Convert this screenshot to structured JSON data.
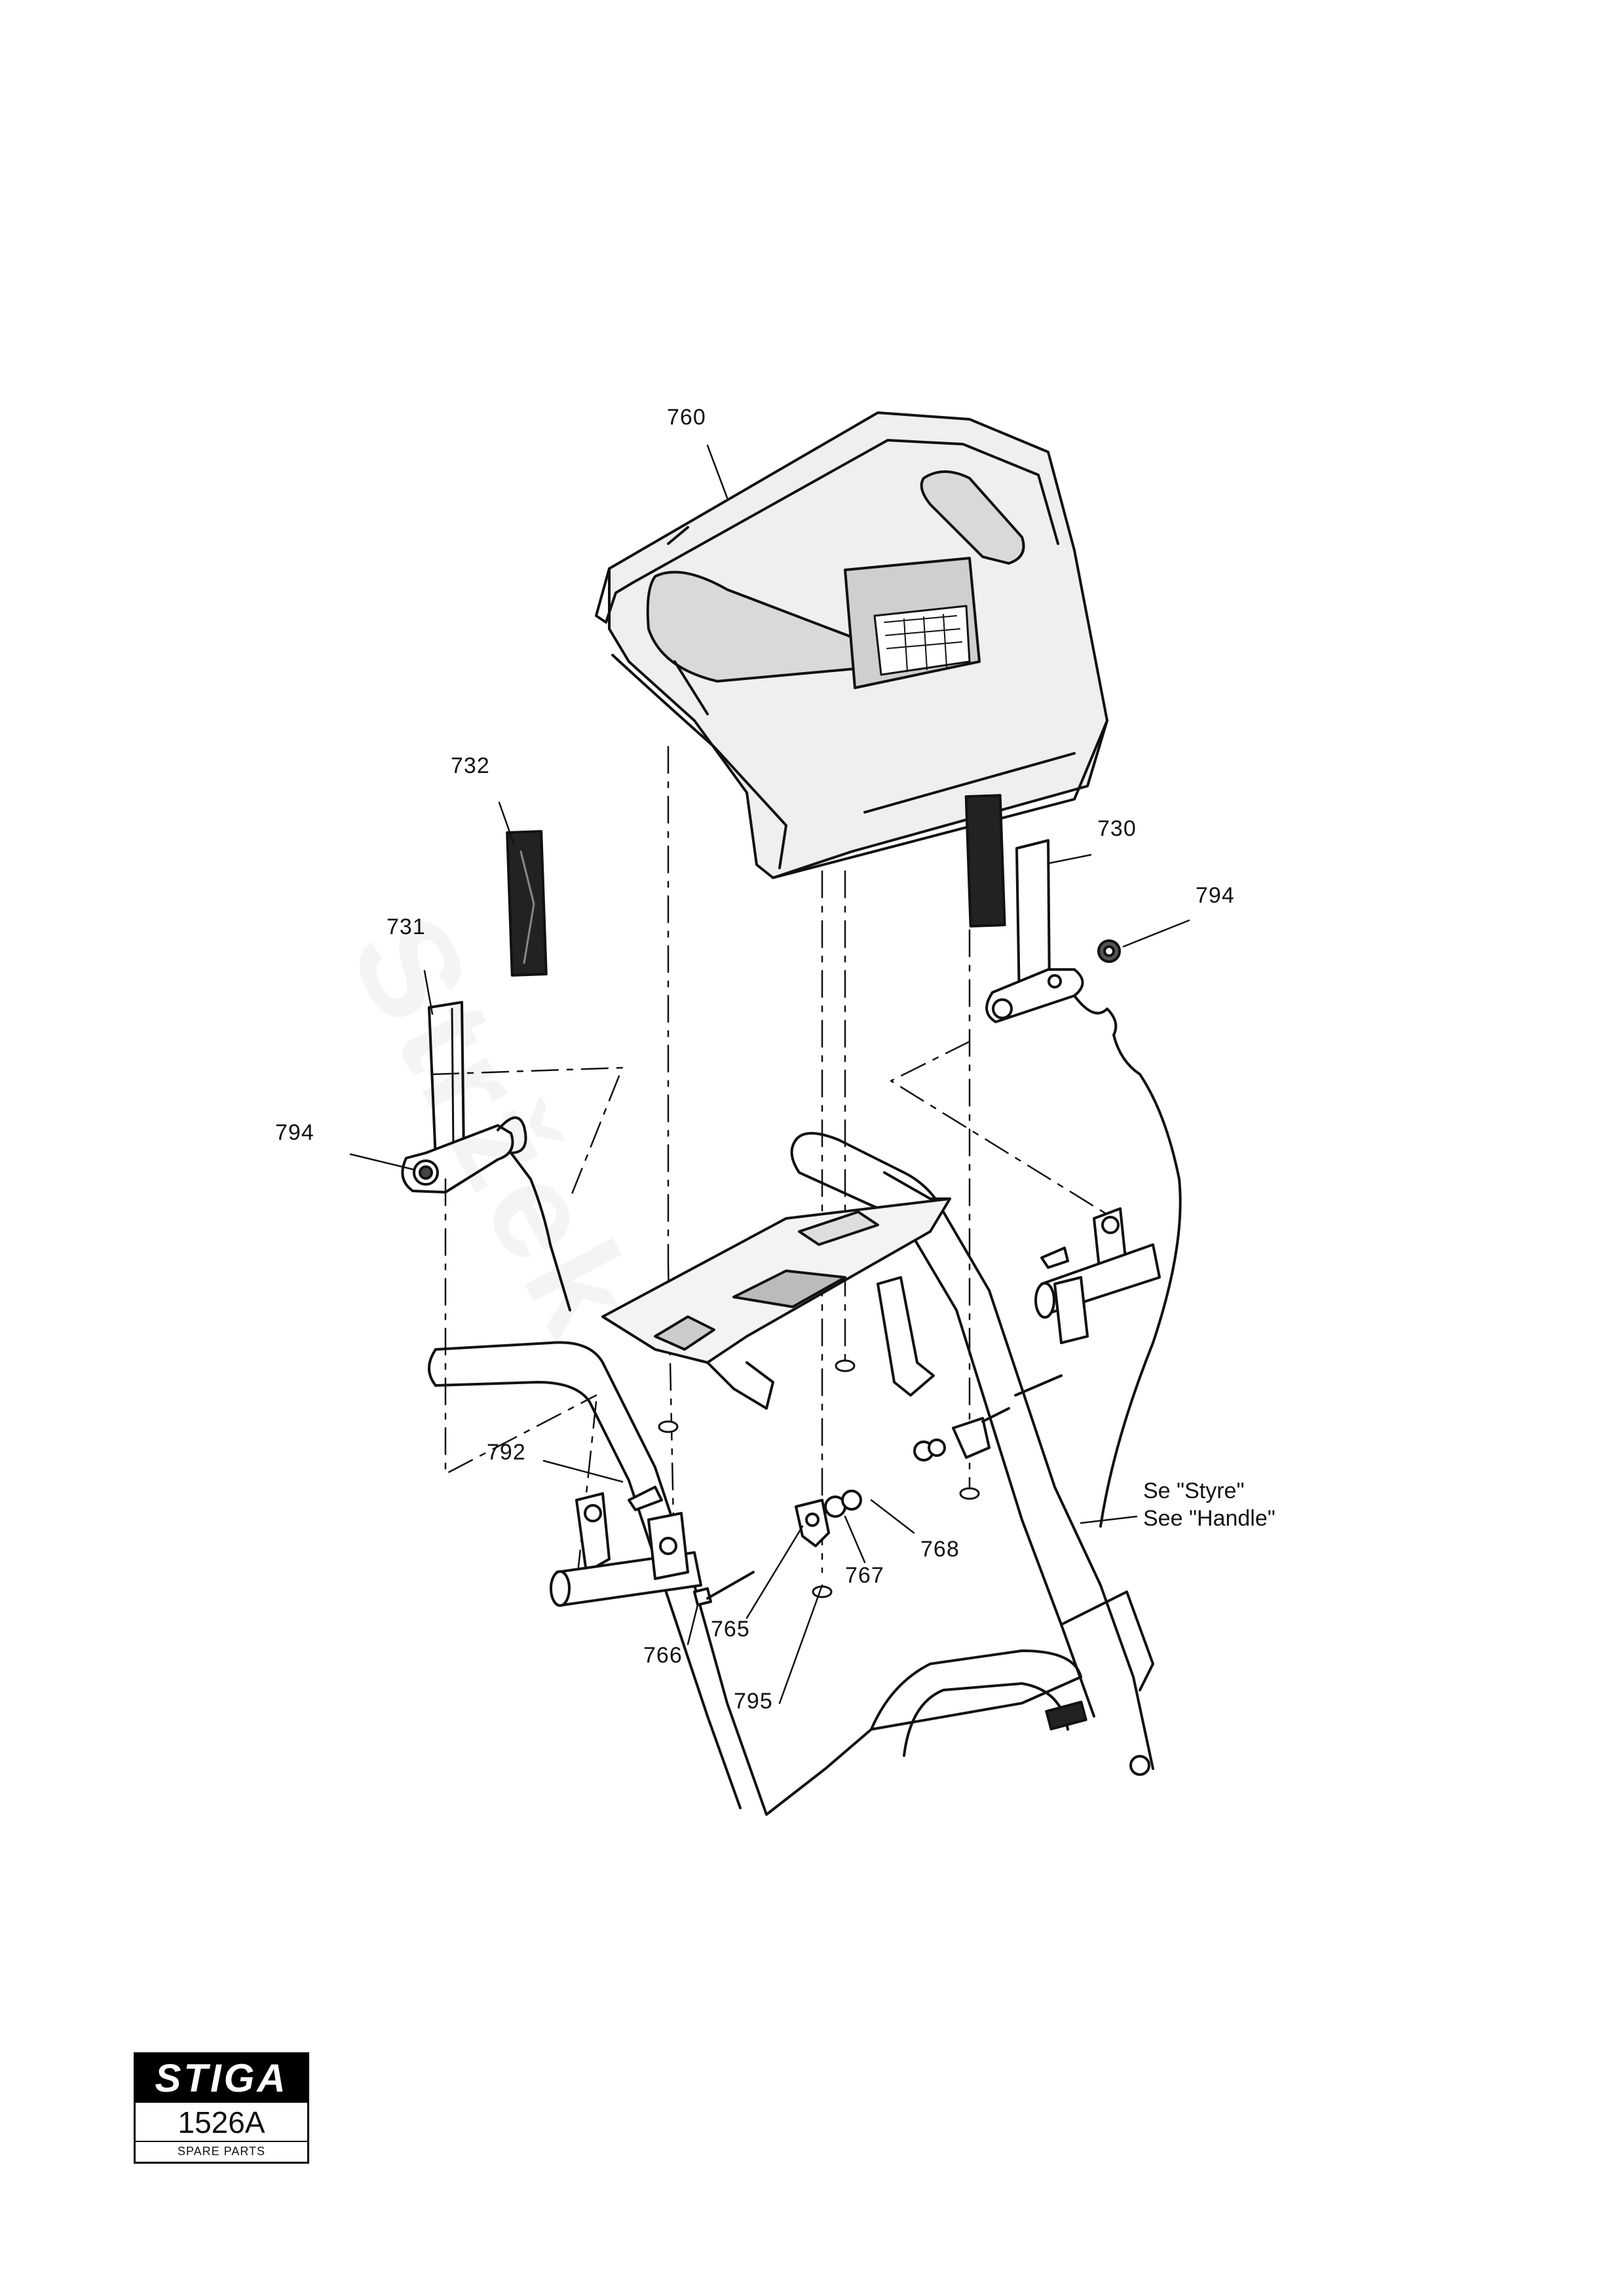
{
  "diagram": {
    "callouts": [
      {
        "id": "c760",
        "label": "760"
      },
      {
        "id": "c732",
        "label": "732"
      },
      {
        "id": "c730",
        "label": "730"
      },
      {
        "id": "c794a",
        "label": "794"
      },
      {
        "id": "c731",
        "label": "731"
      },
      {
        "id": "c794b",
        "label": "794"
      },
      {
        "id": "c792",
        "label": "792"
      },
      {
        "id": "c768",
        "label": "768"
      },
      {
        "id": "c767",
        "label": "767"
      },
      {
        "id": "c765",
        "label": "765"
      },
      {
        "id": "c766",
        "label": "766"
      },
      {
        "id": "c795",
        "label": "795"
      }
    ],
    "note_line1": "Se \"Styre\"",
    "note_line2": "See \"Handle\""
  },
  "logo": {
    "brand": "STIGA",
    "code": "1526A",
    "subtitle": "SPARE PARTS"
  },
  "watermark": "Stržek"
}
